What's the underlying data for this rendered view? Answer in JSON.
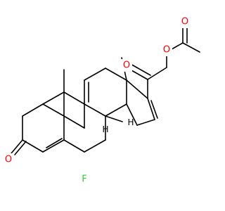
{
  "molecule": {
    "atom_labels": {
      "oxygen": "O",
      "fluorine": "F",
      "hydrogen": "H"
    },
    "colors": {
      "carbon_bond": "#000000",
      "oxygen": "#ff0000",
      "fluorine": "#33cc33",
      "hydrogen": "#000000"
    }
  }
}
